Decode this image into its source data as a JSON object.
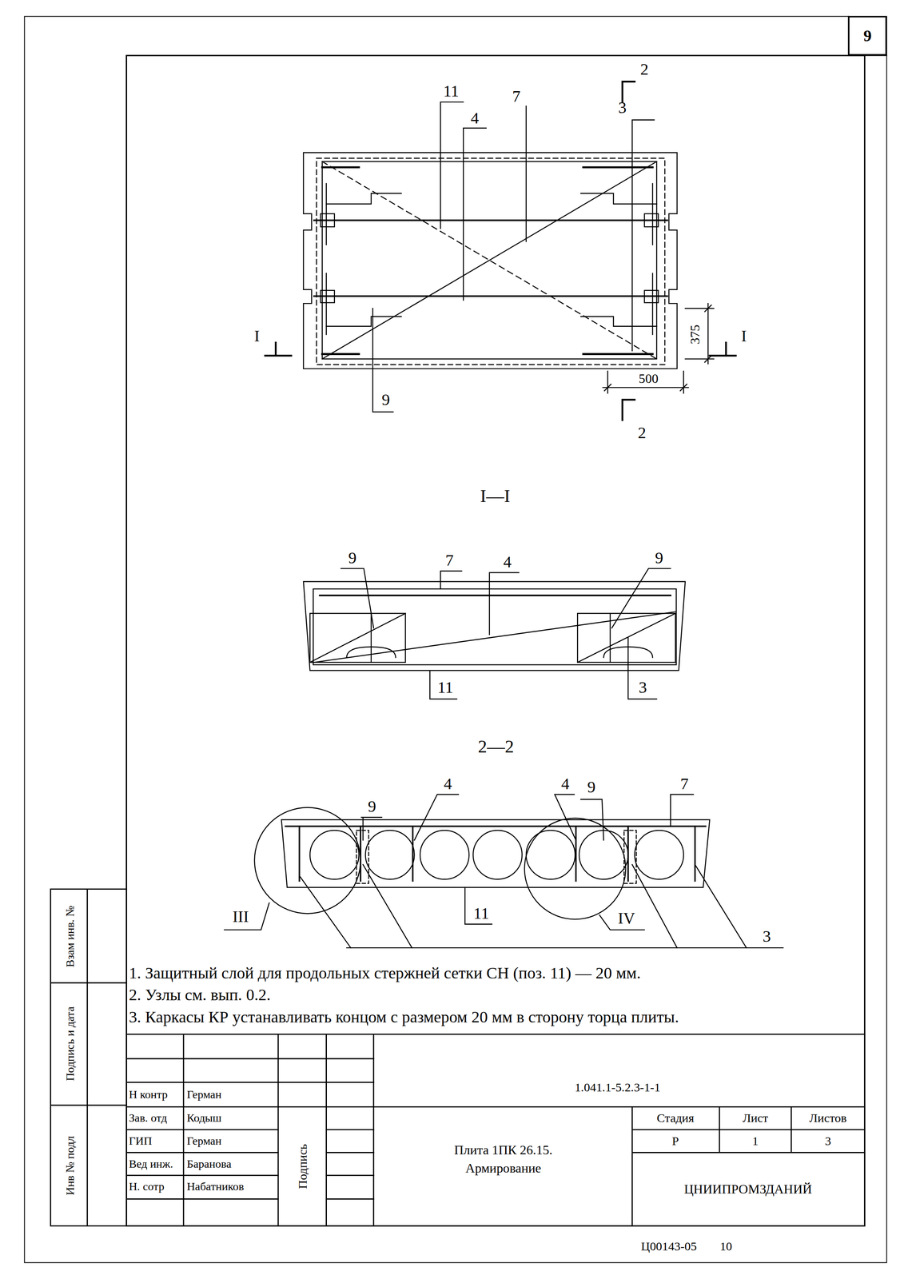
{
  "diagram": {
    "nodes": [
      {
        "text": [
          "9"
        ]
      }
    ],
    "labels": [
      "2",
      "11",
      "7",
      "4",
      "3",
      "I",
      "I",
      "375",
      "500",
      "9",
      "2",
      "I—I",
      "9",
      "7",
      "4",
      "9",
      "11",
      "3",
      "2—2",
      "9",
      "4",
      "4",
      "9",
      "7",
      "III",
      "11",
      "IV",
      "3",
      "1. Защитный слой для продольных стержней сетки СН (поз. 11) — 20 мм.",
      "2. Узлы см. вып. 0.2.",
      "3. Каркасы КР устанавливать концом с размером 20 мм в сторону торца плиты.",
      "Взам инв. №",
      "Подпись и дата",
      "Инв № подл",
      "1.041.1-5.2.3-1-1",
      "Н контр",
      "Герман",
      "Зав. отд",
      "Кодыш",
      "ГИП",
      "Герман",
      "Вед инж.",
      "Баранова",
      "Н. сотр",
      "Набатников",
      "Подпись",
      "Плита 1ПК 26.15.",
      "Армирование",
      "Стадия",
      "Лист",
      "Листов",
      "Р",
      "1",
      "3",
      "ЦНИИПРОМЗДАНИЙ",
      "Ц00143-05",
      "10"
    ]
  }
}
